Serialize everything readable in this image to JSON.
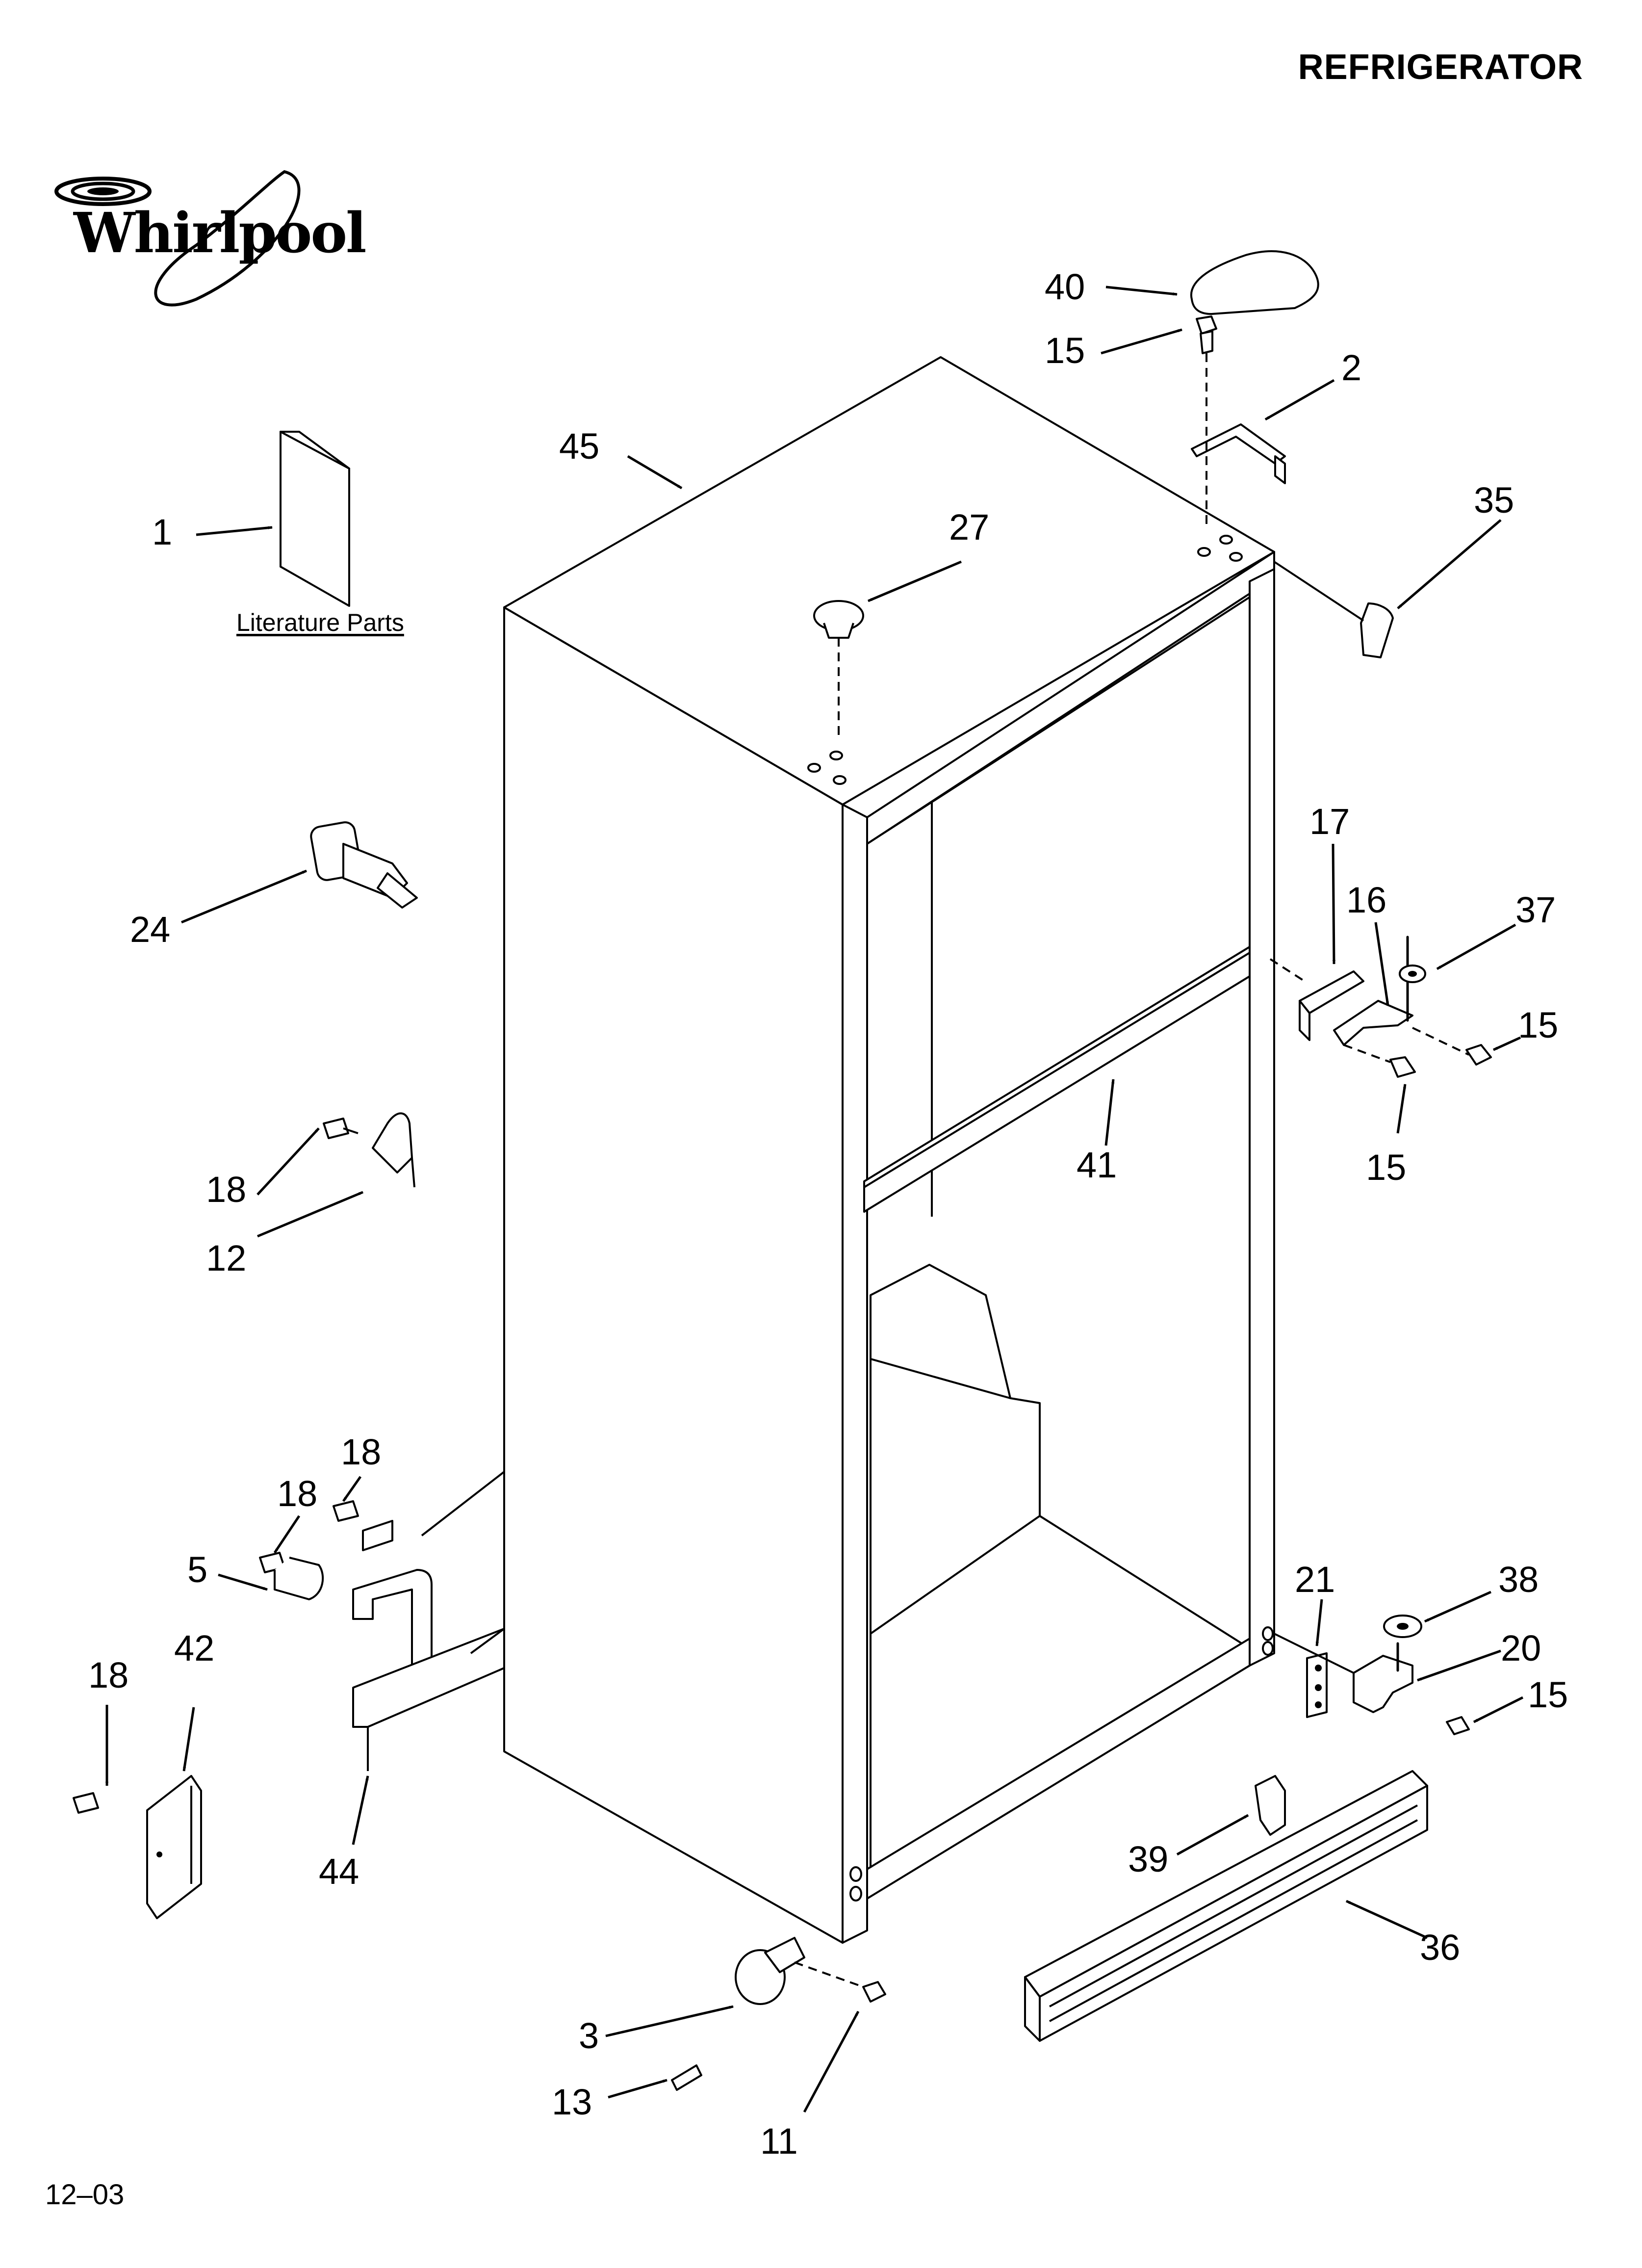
{
  "header": {
    "title": "REFRIGERATOR"
  },
  "footer": {
    "date_code": "12–03"
  },
  "brand": {
    "name": "Whirlpool",
    "icon": "whirlpool-swirl-logo"
  },
  "literature": {
    "label": "Literature Parts"
  },
  "callouts": [
    {
      "id": "c40",
      "number": "40"
    },
    {
      "id": "c15a",
      "number": "15"
    },
    {
      "id": "c2",
      "number": "2"
    },
    {
      "id": "c45",
      "number": "45"
    },
    {
      "id": "c35",
      "number": "35"
    },
    {
      "id": "c1",
      "number": "1"
    },
    {
      "id": "c27",
      "number": "27"
    },
    {
      "id": "c17",
      "number": "17"
    },
    {
      "id": "c16",
      "number": "16"
    },
    {
      "id": "c37",
      "number": "37"
    },
    {
      "id": "c24",
      "number": "24"
    },
    {
      "id": "c15b",
      "number": "15"
    },
    {
      "id": "c15c",
      "number": "15"
    },
    {
      "id": "c41",
      "number": "41"
    },
    {
      "id": "c18a",
      "number": "18"
    },
    {
      "id": "c12",
      "number": "12"
    },
    {
      "id": "c18b",
      "number": "18"
    },
    {
      "id": "c18c",
      "number": "18"
    },
    {
      "id": "c5",
      "number": "5"
    },
    {
      "id": "c21",
      "number": "21"
    },
    {
      "id": "c38",
      "number": "38"
    },
    {
      "id": "c42",
      "number": "42"
    },
    {
      "id": "c18d",
      "number": "18"
    },
    {
      "id": "c20",
      "number": "20"
    },
    {
      "id": "c15d",
      "number": "15"
    },
    {
      "id": "c44",
      "number": "44"
    },
    {
      "id": "c39",
      "number": "39"
    },
    {
      "id": "c36",
      "number": "36"
    },
    {
      "id": "c3",
      "number": "3"
    },
    {
      "id": "c13",
      "number": "13"
    },
    {
      "id": "c11",
      "number": "11"
    }
  ]
}
